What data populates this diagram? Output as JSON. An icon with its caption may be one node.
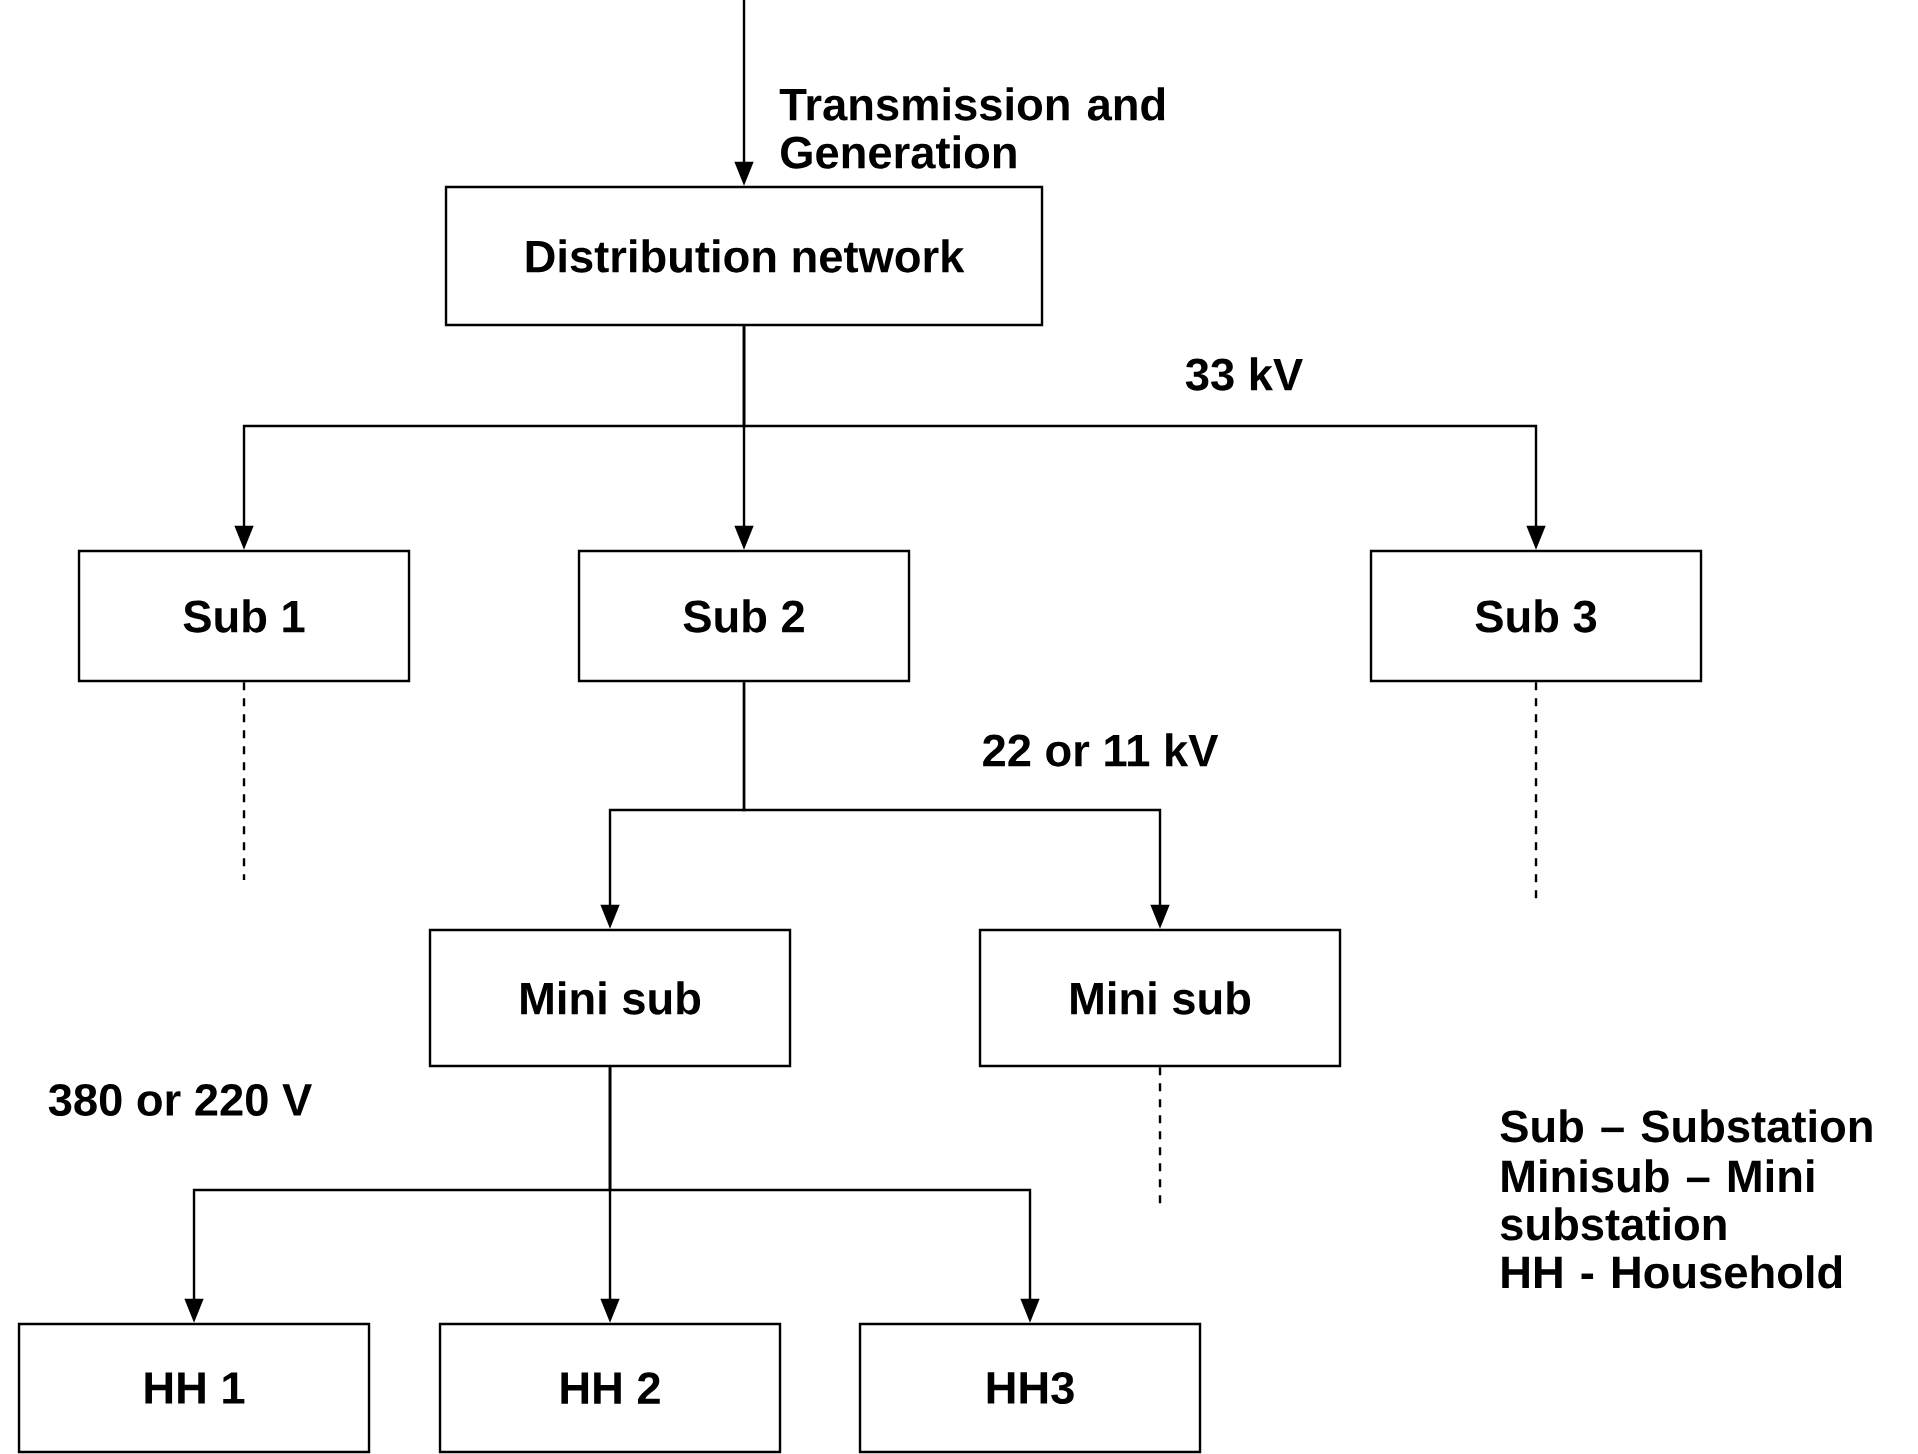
{
  "diagram": {
    "nodes": [
      {
        "text": [
          "Distribution network"
        ]
      },
      {
        "text": [
          "Sub 1"
        ]
      },
      {
        "text": [
          "Sub 2"
        ]
      },
      {
        "text": [
          "Sub 3"
        ]
      },
      {
        "text": [
          "Mini sub"
        ]
      },
      {
        "text": [
          "Mini sub"
        ]
      },
      {
        "text": [
          "HH 1"
        ]
      },
      {
        "text": [
          "HH 2"
        ]
      },
      {
        "text": [
          "HH3"
        ]
      }
    ],
    "edges": [
      {
        "from": null,
        "to": 0,
        "arrow": "to",
        "label": "Transmission and Generation"
      },
      {
        "from": 0,
        "to": 1,
        "arrow": "to"
      },
      {
        "from": 0,
        "to": 2,
        "arrow": "to"
      },
      {
        "from": 0,
        "to": 3,
        "arrow": "to"
      },
      {
        "from": 2,
        "to": 4,
        "arrow": "to"
      },
      {
        "from": 2,
        "to": 5,
        "arrow": "to"
      },
      {
        "from": 4,
        "to": 6,
        "arrow": "to"
      },
      {
        "from": 4,
        "to": 7,
        "arrow": "to"
      },
      {
        "from": 4,
        "to": 8,
        "arrow": "to"
      },
      {
        "from": 1,
        "to": null,
        "arrow": "none",
        "style": "dashed"
      },
      {
        "from": 3,
        "to": null,
        "arrow": "none",
        "style": "dashed"
      },
      {
        "from": 5,
        "to": null,
        "arrow": "none",
        "style": "dashed"
      }
    ],
    "labels": [
      "33 kV",
      "22 or 11 kV",
      "380 or 220 V",
      "Sub – Substation",
      "Minisub – Mini substation",
      "HH - Household"
    ]
  }
}
